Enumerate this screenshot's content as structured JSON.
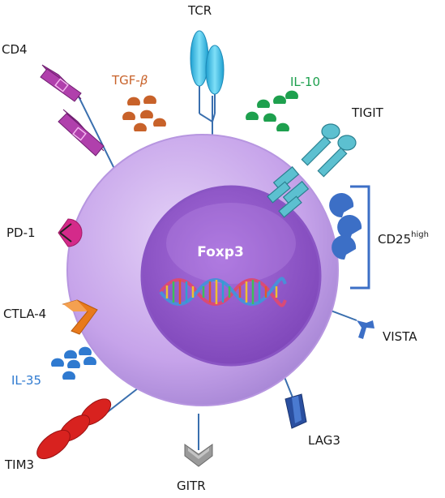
{
  "labels": {
    "tcr": "TCR",
    "cd4": "CD4",
    "tgfb": "TGF-",
    "beta": "β",
    "il10": "IL-10",
    "tigit": "TIGIT",
    "pd1": "PD-1",
    "cd25": "CD25",
    "cd25_sup": "high",
    "foxp3": "Foxp3",
    "ctla4": "CTLA-4",
    "vista": "VISTA",
    "il35": "IL-35",
    "tim3": "TIM3",
    "lag3": "LAG3",
    "gitr": "GITR"
  },
  "colors": {
    "cell": "#c9a6ea",
    "nucleus": "#9b62cf",
    "tcr": "#3cc2e8",
    "cd4": "#a2359f",
    "tgfb": "#c8622a",
    "il10": "#1ea04e",
    "tigit": "#4fb3c4",
    "pd1": "#d42a8a",
    "cd25": "#3c6fc6",
    "ctla4": "#e87a1c",
    "vista": "#3c6fc6",
    "il35": "#2f7ad0",
    "tim3": "#d8221f",
    "lag3": "#2a4fa0",
    "gitr": "#9a9a9a"
  }
}
